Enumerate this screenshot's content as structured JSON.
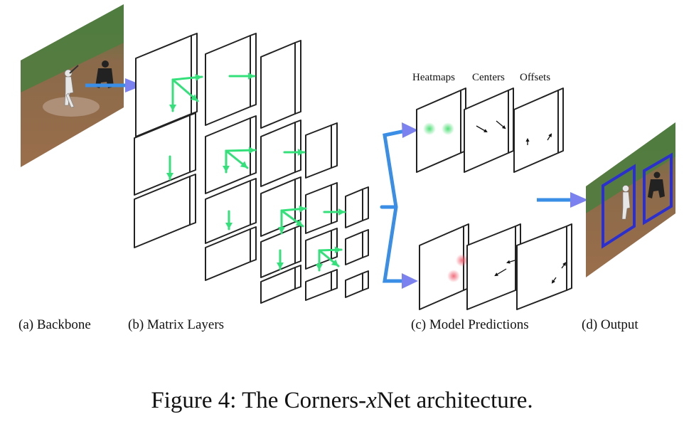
{
  "labels": {
    "backbone": "(a) Backbone",
    "matrix_layers": "(b) Matrix Layers",
    "model_predictions": "(c) Model Predictions",
    "output": "(d) Output"
  },
  "heads": {
    "heatmaps": "Heatmaps",
    "centers": "Centers",
    "offsets": "Offsets"
  },
  "caption": {
    "prefix": "Figure 4: The Corners-",
    "var": "x",
    "suffix": "Net architecture."
  },
  "colors": {
    "arrow_blue": "#3a8ee6",
    "arrow_head": "#7b82f0",
    "green_arrow": "#33e07a",
    "box_blue": "#2b2fd0"
  }
}
